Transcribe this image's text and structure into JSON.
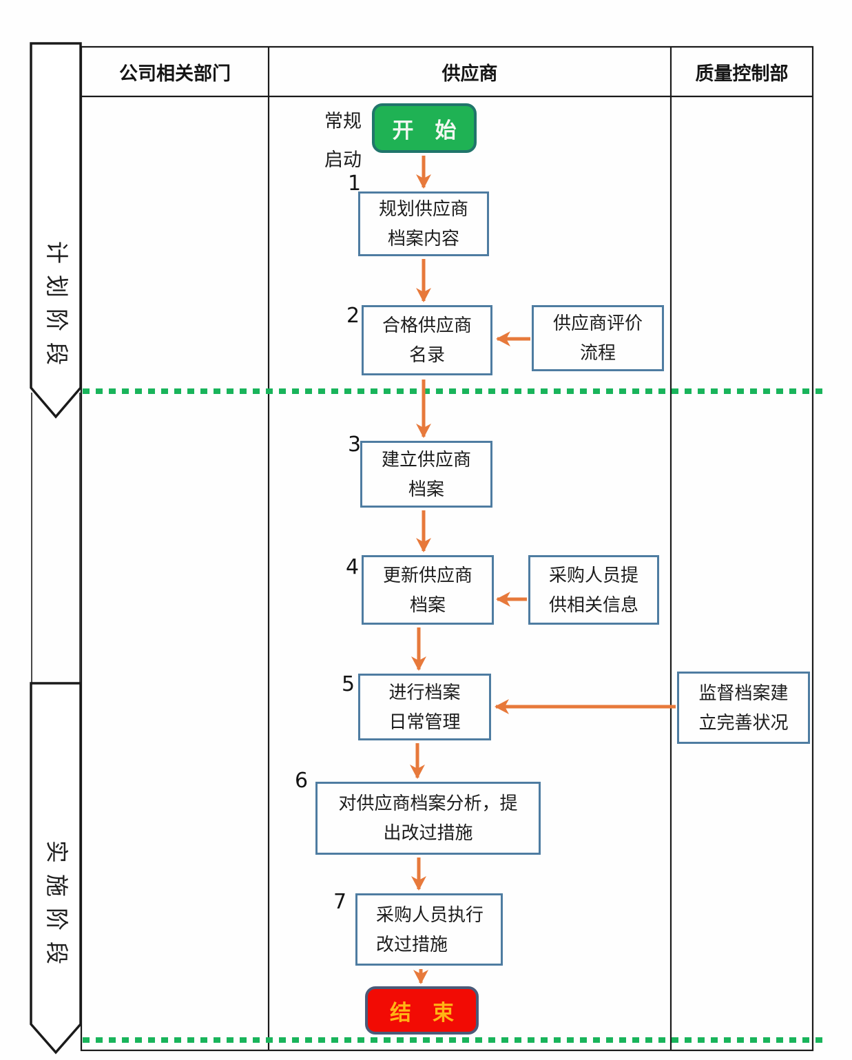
{
  "header": {
    "columns": [
      "公司相关部门",
      "供应商",
      "质量控制部"
    ]
  },
  "phases": [
    {
      "label": "计划阶段"
    },
    {
      "label": "实施阶段"
    }
  ],
  "note": {
    "line1": "常规",
    "line2": "启动"
  },
  "nodes": {
    "start": {
      "label": "开　始"
    },
    "end": {
      "label": "结　束"
    },
    "steps": [
      {
        "num": "1",
        "line1": "规划供应商",
        "line2": "档案内容"
      },
      {
        "num": "2",
        "line1": "合格供应商",
        "line2": "名录"
      },
      {
        "num": "3",
        "line1": "建立供应商",
        "line2": "档案"
      },
      {
        "num": "4",
        "line1": "更新供应商",
        "line2": "档案"
      },
      {
        "num": "5",
        "line1": "进行档案",
        "line2": "日常管理"
      },
      {
        "num": "6",
        "line1": "对供应商档案分析，提",
        "line2": "出改过措施"
      },
      {
        "num": "7",
        "line1": "采购人员执行",
        "line2": "改过措施"
      }
    ],
    "side": [
      {
        "line1": "供应商评价",
        "line2": "流程"
      },
      {
        "line1": "采购人员提",
        "line2": "供相关信息"
      },
      {
        "line1": "监督档案建",
        "line2": "立完善状况"
      }
    ]
  },
  "colors": {
    "box_border": "#4e7ca1",
    "arrow": "#e7793b",
    "phase_divider": "#19b45b",
    "grid": "#1a1a1a",
    "start_fill": "#1fb254",
    "start_border": "#20756b",
    "start_text": "#f2f7f1",
    "end_fill": "#f20b04",
    "end_border": "#4a5a78",
    "end_text": "#ffb515"
  }
}
